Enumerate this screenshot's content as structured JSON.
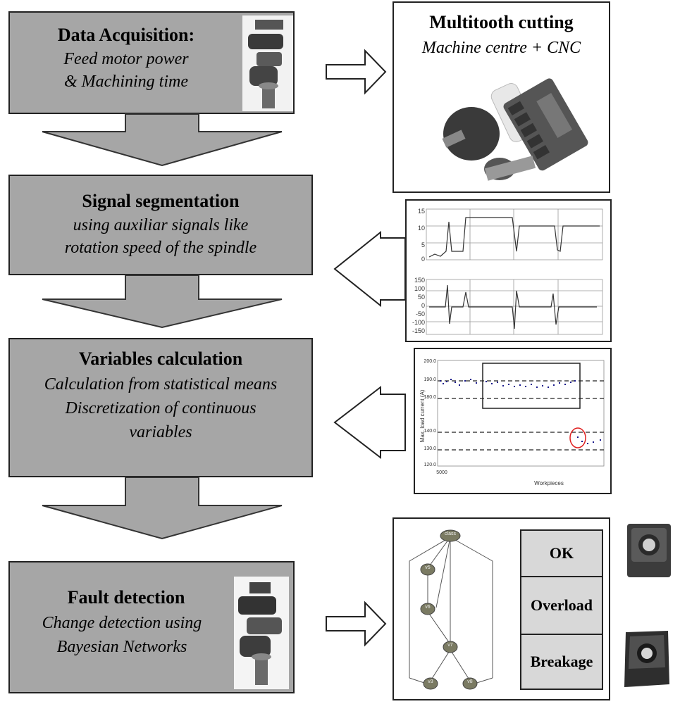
{
  "steps": [
    {
      "title": "Data Acquisition:",
      "lines": [
        "Feed motor power",
        "& Machining time"
      ]
    },
    {
      "title": "Signal segmentation",
      "lines": [
        "using auxiliar signals like",
        "rotation speed of the spindle"
      ]
    },
    {
      "title": "Variables calculation",
      "lines": [
        "Calculation from statistical means",
        "Discretization of continuous",
        "variables"
      ]
    },
    {
      "title": "Fault detection",
      "lines": [
        "Change detection using",
        "Bayesian Networks"
      ]
    }
  ],
  "machine": {
    "title": "Multitooth cutting",
    "subtitle": "Machine centre + CNC"
  },
  "signal_plot_top": {
    "ticks": [
      "15",
      "10",
      "5",
      "0"
    ]
  },
  "signal_plot_bottom": {
    "ticks": [
      "150",
      "100",
      "50",
      "0",
      "-50",
      "-100",
      "-150"
    ]
  },
  "variables_plot": {
    "ylabel": "Max. load current (A)",
    "xlabel": "Workpieces",
    "ticks": [
      "200.0",
      "190.0",
      "180.0",
      "140.0",
      "130.0",
      "120.0"
    ],
    "x_tick": "5000"
  },
  "bayes_nodes": [
    "class",
    "v5",
    "v6",
    "v7",
    "v3",
    "v8"
  ],
  "categories": [
    "OK",
    "Overload",
    "Breakage"
  ],
  "colors": {
    "box_fill": "#a6a6a6",
    "arrow_fill": "#a6a6a6",
    "highlight": "#e02020",
    "points": "#1a1a8c"
  }
}
